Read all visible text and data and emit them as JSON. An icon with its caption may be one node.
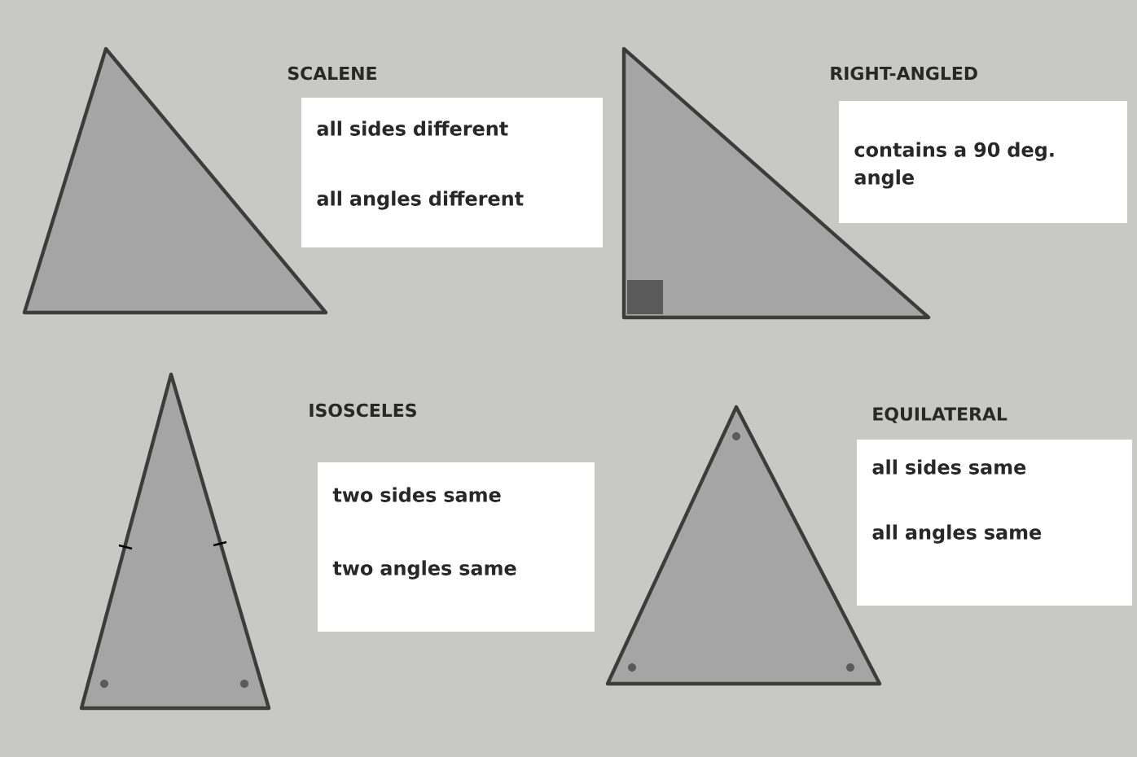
{
  "diagram": {
    "nodes": [
      {
        "text": [
          "SCALENE",
          "all sides different",
          "all angles different"
        ]
      },
      {
        "text": [
          "RIGHT-ANGLED",
          "contains a 90 deg. angle"
        ]
      },
      {
        "text": [
          "ISOSCELES",
          "two sides same",
          "two angles same"
        ]
      },
      {
        "text": [
          "EQUILATERAL",
          "all sides same",
          "all angles same"
        ]
      }
    ]
  }
}
